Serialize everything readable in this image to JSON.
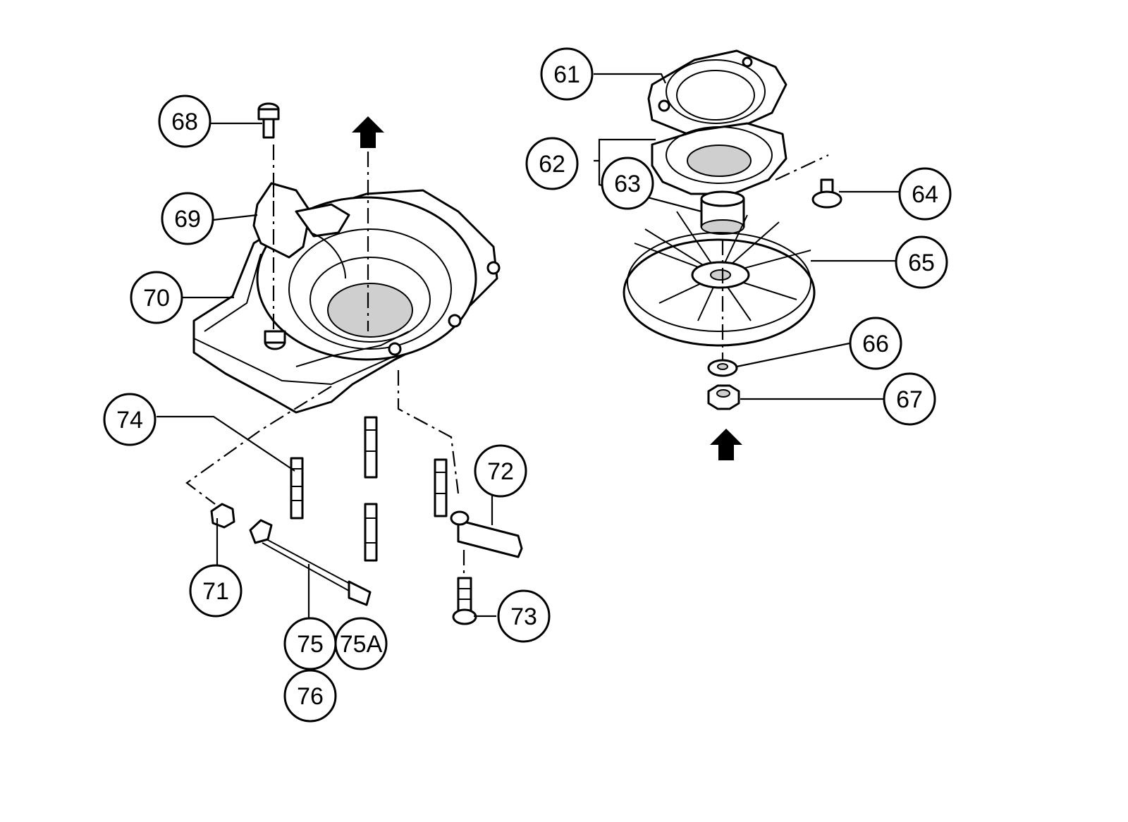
{
  "diagram": {
    "parts": [
      {
        "id": "61",
        "label": "61"
      },
      {
        "id": "62",
        "label": "62"
      },
      {
        "id": "63",
        "label": "63"
      },
      {
        "id": "64",
        "label": "64"
      },
      {
        "id": "65",
        "label": "65"
      },
      {
        "id": "66",
        "label": "66"
      },
      {
        "id": "67",
        "label": "67"
      },
      {
        "id": "68",
        "label": "68"
      },
      {
        "id": "69",
        "label": "69"
      },
      {
        "id": "70",
        "label": "70"
      },
      {
        "id": "71",
        "label": "71"
      },
      {
        "id": "72",
        "label": "72"
      },
      {
        "id": "73",
        "label": "73"
      },
      {
        "id": "74",
        "label": "74"
      },
      {
        "id": "75",
        "label": "75"
      },
      {
        "id": "75A",
        "label": "75A"
      },
      {
        "id": "76",
        "label": "76"
      }
    ]
  }
}
